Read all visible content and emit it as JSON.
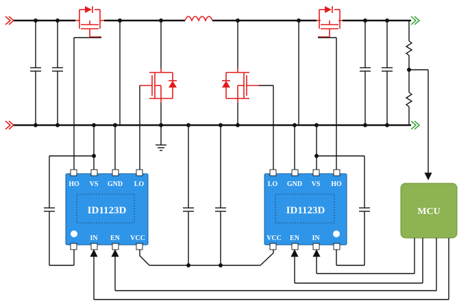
{
  "chips": {
    "left": {
      "name": "ID1123D",
      "pins_top": [
        "HO",
        "VS",
        "GND",
        "LO"
      ],
      "pins_bottom": [
        "IN",
        "EN",
        "VCC"
      ]
    },
    "right": {
      "name": "ID1123D",
      "pins_top": [
        "LO",
        "GND",
        "VS",
        "HO"
      ],
      "pins_bottom": [
        "VCC",
        "EN",
        "IN"
      ]
    }
  },
  "controller": {
    "name": "MCU"
  },
  "colors": {
    "chip": "#2f95e8",
    "mcu": "#8db352",
    "mosfet": "#e21c1c",
    "terminal_in": "#e21c1c",
    "terminal_out": "#3fa63f"
  }
}
